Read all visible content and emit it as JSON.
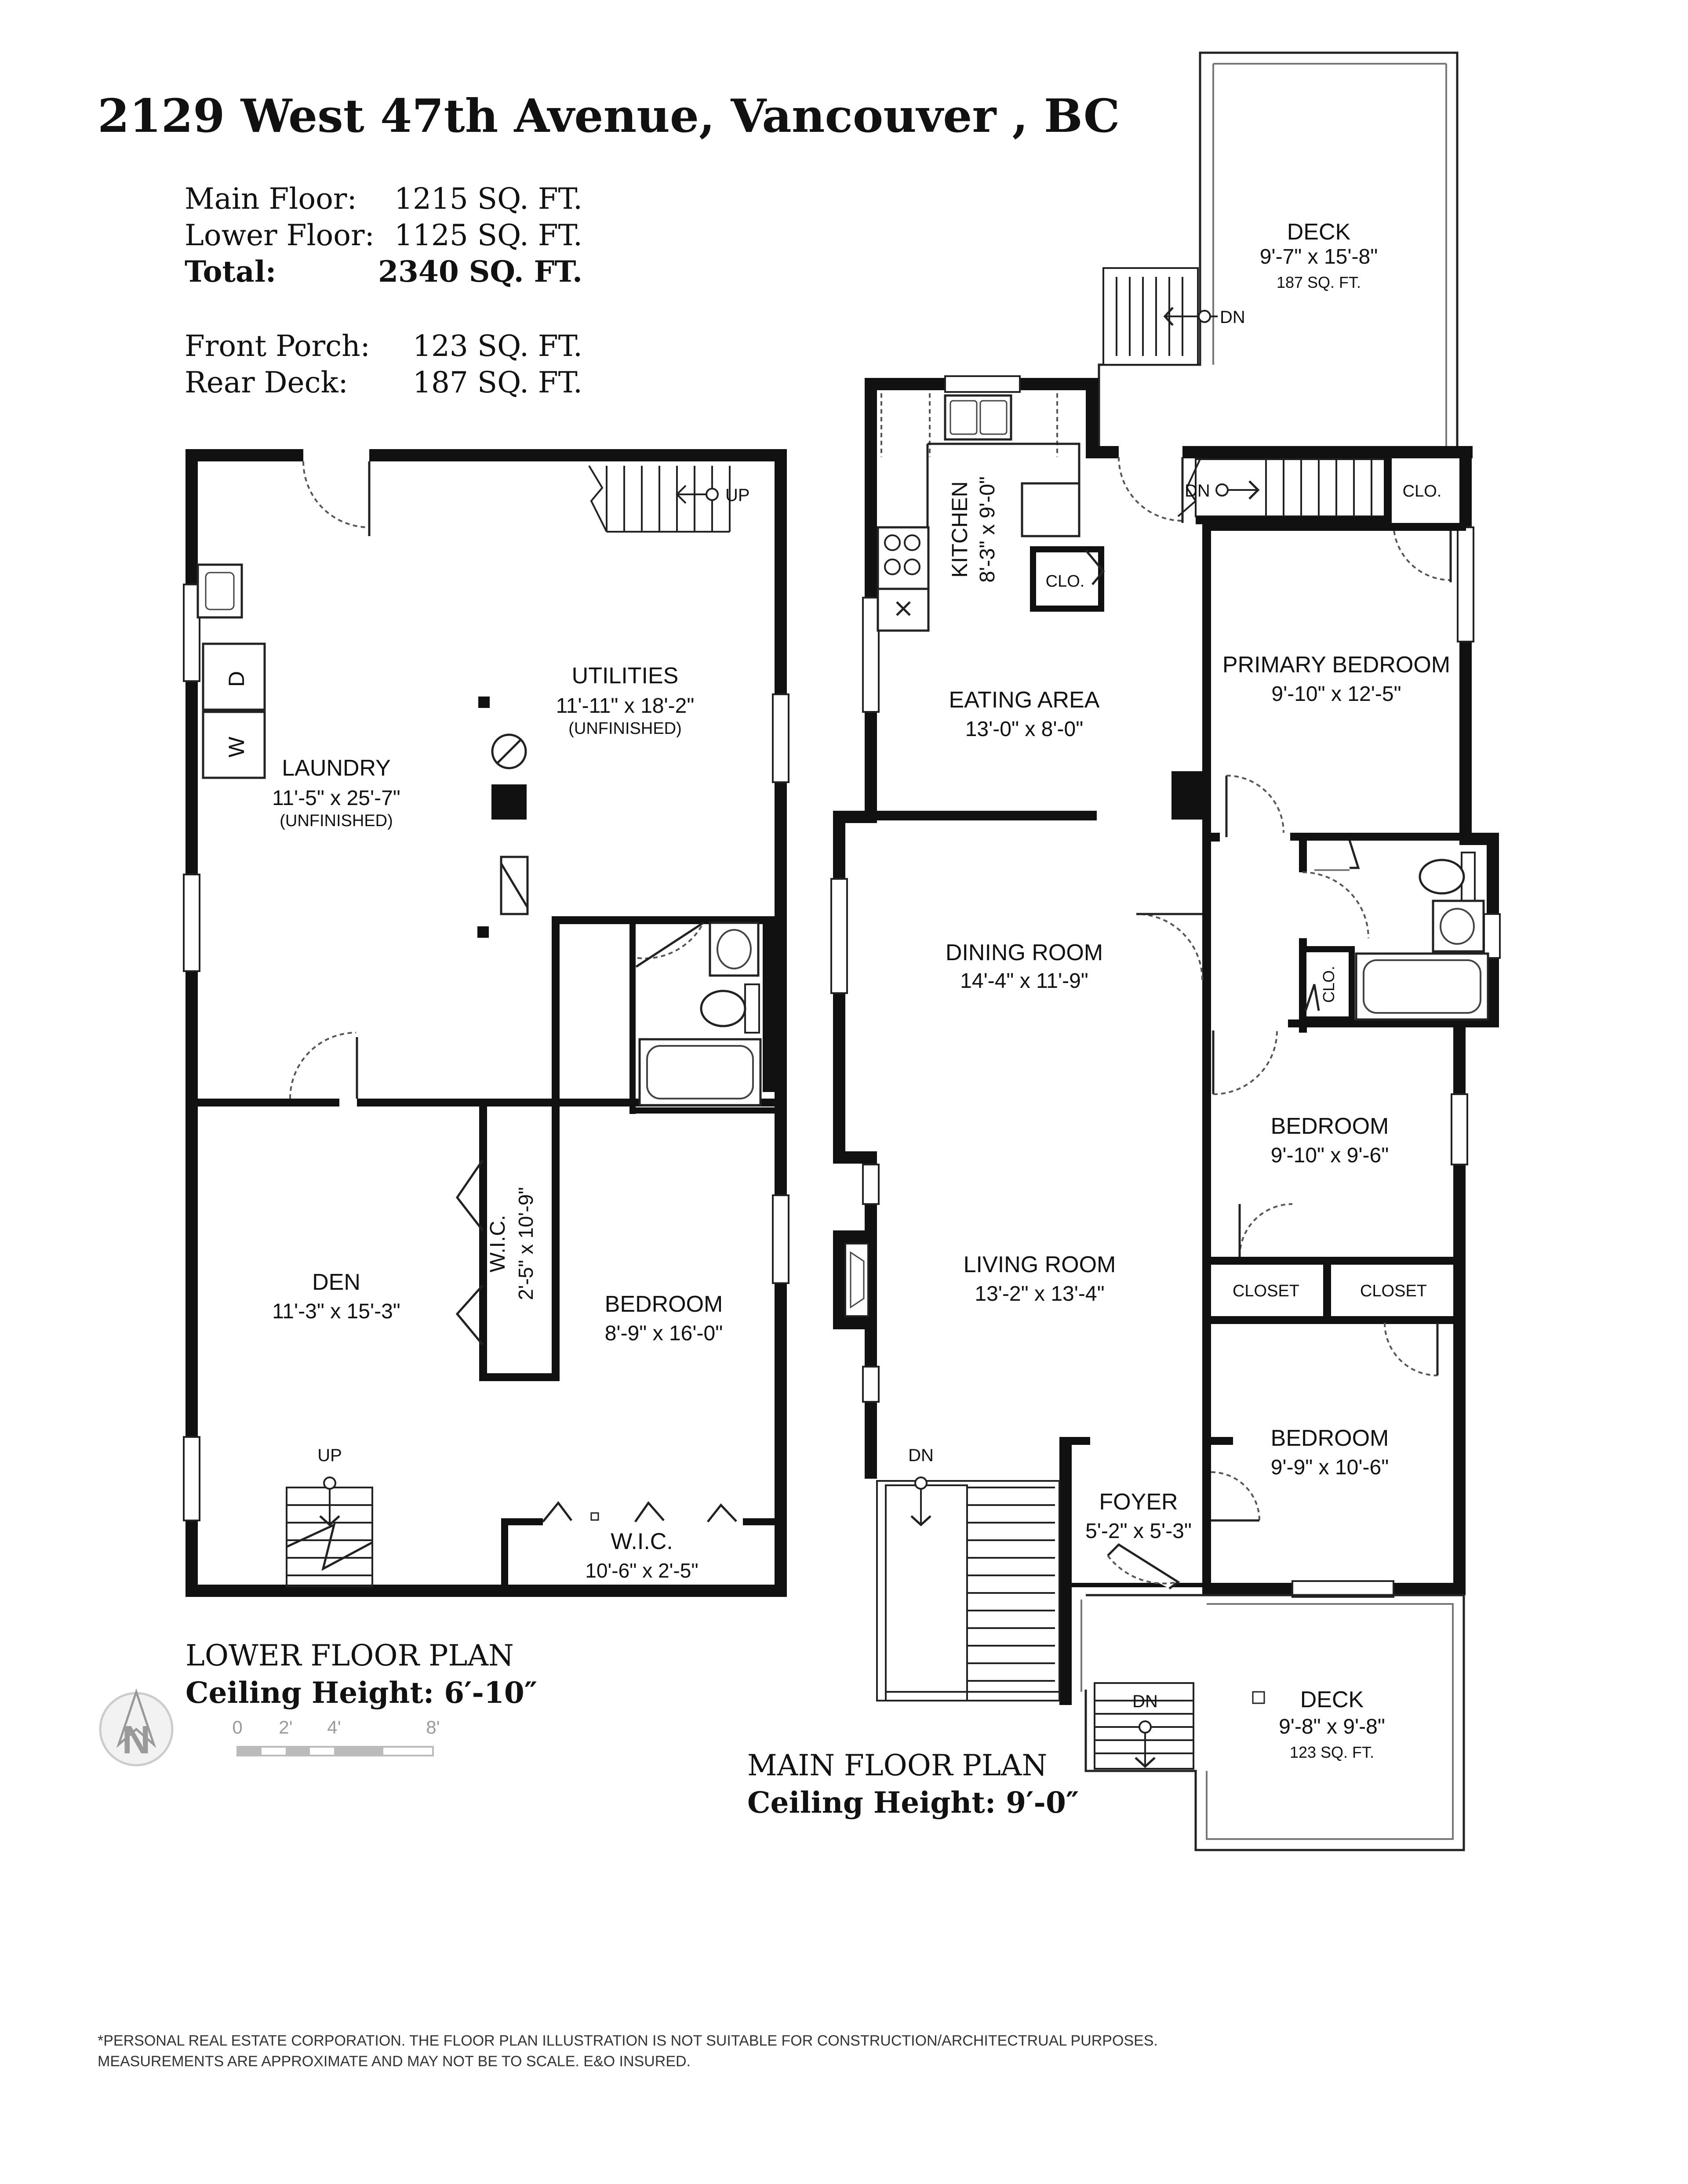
{
  "header": {
    "address": "2129 West 47th Avenue, Vancouver , BC"
  },
  "areas": {
    "main_label": "Main Floor:",
    "main_value": "1215 SQ. FT.",
    "lower_label": "Lower Floor:",
    "lower_value": "1125 SQ. FT.",
    "total_label": "Total:",
    "total_value": "2340 SQ. FT.",
    "porch_label": "Front Porch:",
    "porch_value": "123 SQ. FT.",
    "deck_label": "Rear Deck:",
    "deck_value": "187 SQ. FT."
  },
  "lower_floor": {
    "title": "LOWER FLOOR PLAN",
    "ceiling": "Ceiling Height: 6′-10″",
    "rooms": {
      "utilities_name": "UTILITIES",
      "utilities_dim": "11'-11\" x 18'-2\"",
      "utilities_note": "(UNFINISHED)",
      "laundry_name": "LAUNDRY",
      "laundry_dim": "11'-5\" x 25'-7\"",
      "laundry_note": "(UNFINISHED)",
      "den_name": "DEN",
      "den_dim": "11'-3\" x 15'-3\"",
      "wic1_name": "W.I.C.",
      "wic1_dim": "2'-5\" x 10'-9\"",
      "bedroom_name": "BEDROOM",
      "bedroom_dim": "8'-9\" x 16'-0\"",
      "wic2_name": "W.I.C.",
      "wic2_dim": "10'-6\" x 2'-5\""
    },
    "washer": "W",
    "dryer": "D",
    "stair_up_top": "UP",
    "stair_up_bottom": "UP"
  },
  "main_floor": {
    "title": "MAIN FLOOR PLAN",
    "ceiling": "Ceiling Height: 9′-0″",
    "rooms": {
      "deck_rear_name": "DECK",
      "deck_rear_dim": "9'-7\" x 15'-8\"",
      "deck_rear_area": "187 SQ. FT.",
      "kitchen_name": "KITCHEN",
      "kitchen_dim": "8'-3\" x 9'-0\"",
      "clo_kitchen": "CLO.",
      "clo_primary": "CLO.",
      "clo_bath": "CLO.",
      "eating_name": "EATING AREA",
      "eating_dim": "13'-0\" x 8'-0\"",
      "primary_name": "PRIMARY BEDROOM",
      "primary_dim": "9'-10\" x 12'-5\"",
      "dining_name": "DINING ROOM",
      "dining_dim": "14'-4\" x 11'-9\"",
      "bedroom2_name": "BEDROOM",
      "bedroom2_dim": "9'-10\" x 9'-6\"",
      "closet1": "CLOSET",
      "closet2": "CLOSET",
      "living_name": "LIVING ROOM",
      "living_dim": "13'-2\" x 13'-4\"",
      "bedroom3_name": "BEDROOM",
      "bedroom3_dim": "9'-9\" x 10'-6\"",
      "foyer_name": "FOYER",
      "foyer_dim": "5'-2\" x 5'-3\"",
      "deck_front_name": "DECK",
      "deck_front_dim": "9'-8\" x 9'-8\"",
      "deck_front_area": "123 SQ. FT."
    },
    "stair_dn_rear": "DN",
    "stair_dn_hall": "DN",
    "stair_dn_living": "DN",
    "stair_dn_front": "DN"
  },
  "scale": {
    "marks": [
      "0",
      "2'",
      "4'",
      "8'"
    ],
    "north": "N"
  },
  "disclaimer": {
    "line1": "*PERSONAL REAL ESTATE CORPORATION. THE FLOOR PLAN ILLUSTRATION IS NOT SUITABLE FOR CONSTRUCTION/ARCHITECTRUAL PURPOSES.",
    "line2": "MEASUREMENTS ARE APPROXIMATE AND MAY NOT BE TO SCALE. E&O INSURED."
  }
}
